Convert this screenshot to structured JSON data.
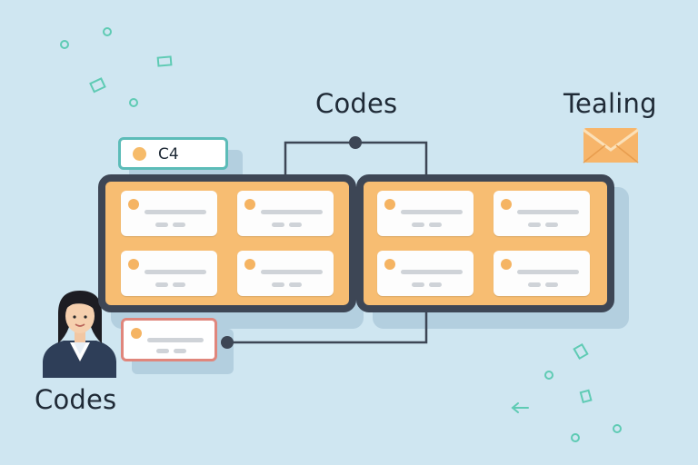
{
  "labels": {
    "top": "Codes",
    "right": "Tealing",
    "bottom": "Codes"
  },
  "tag": {
    "text": "C4"
  },
  "icons": {
    "envelope": "envelope-icon",
    "person": "person-avatar-icon",
    "arrow": "arrow-left-icon"
  },
  "colors": {
    "background": "#cfe6f1",
    "panel_fill": "#f7bd72",
    "panel_border": "#3d4655",
    "tag_border": "#5cbcb8",
    "alert_border": "#e0867c",
    "accent_teal": "#5fcbb4"
  }
}
